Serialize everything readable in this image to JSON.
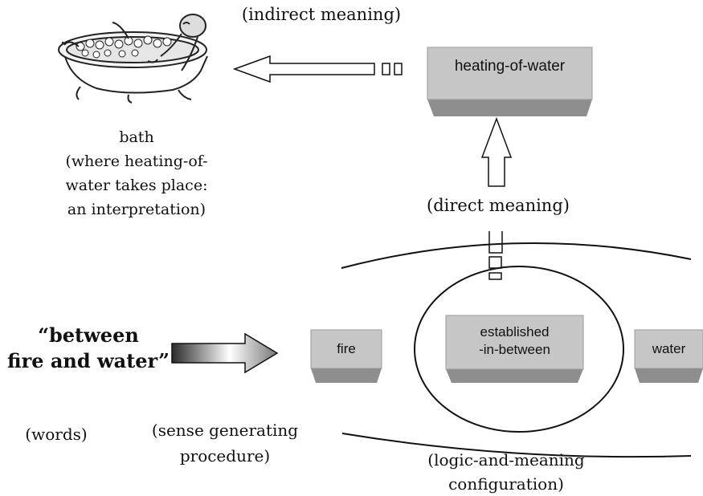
{
  "labels": {
    "indirect_meaning": "(indirect meaning)",
    "direct_meaning": "(direct meaning)",
    "bath_caption": [
      "bath",
      "(where heating-of-",
      "water takes place:",
      "an interpretation)"
    ],
    "phrase": [
      "“between",
      "fire and water”"
    ],
    "words": "(words)",
    "sense_procedure": [
      "(sense generating",
      "procedure)"
    ],
    "configuration": [
      "(logic-and-meaning",
      "configuration)"
    ]
  },
  "boxes": {
    "heating": "heating-of-water",
    "fire": "fire",
    "established": [
      "established",
      "-in-between"
    ],
    "water": "water"
  },
  "colors": {
    "box_face": "#c6c6c6",
    "box_base": "#8e8e8e",
    "line": "#111111",
    "arrow_dark": "#2a2a2a",
    "arrow_light": "#ffffff"
  },
  "icons": {
    "bath": "person-in-bathtub-icon"
  }
}
